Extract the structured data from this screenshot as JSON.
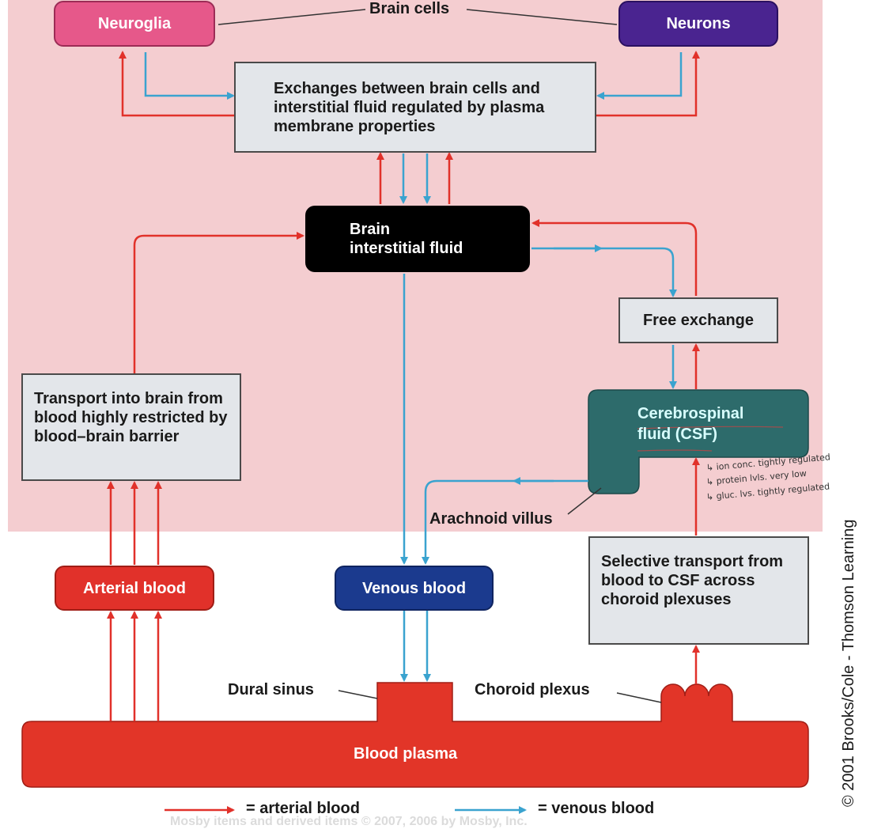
{
  "nodes": {
    "neuroglia": "Neuroglia",
    "neurons": "Neurons",
    "brain_cells": "Brain cells",
    "exchanges": "Exchanges between brain cells and interstitial fluid regulated by plasma membrane properties",
    "interstitial_fluid_1": "Brain",
    "interstitial_fluid_2": "interstitial fluid",
    "free_exchange": "Free exchange",
    "csf_1": "Cerebrospinal",
    "csf_2": "fluid (CSF)",
    "transport_into_brain": "Transport into brain from blood highly restricted by blood–brain barrier",
    "arachnoid_villus": "Arachnoid villus",
    "arterial_blood": "Arterial blood",
    "venous_blood": "Venous blood",
    "selective_transport": "Selective transport from blood to CSF across choroid plexuses",
    "dural_sinus": "Dural sinus",
    "choroid_plexus": "Choroid plexus",
    "blood_plasma": "Blood plasma"
  },
  "legend": {
    "arterial": "= arterial blood",
    "venous": "= venous blood"
  },
  "handwritten_notes": [
    "↳ ion conc. tightly regulated",
    "↳ protein lvls. very low",
    "↳ gluc. lvs. tightly regulated"
  ],
  "credit": "© 2001 Brooks/Cole - Thomson Learning",
  "watermark": "Mosby items and derived items © 2007, 2006 by Mosby, Inc.",
  "colors": {
    "brain_region": "#f4cdd0",
    "arterial": "#e1312a",
    "venous": "#3aa3cf",
    "neuroglia": "#e6588a",
    "neurons": "#4a2490",
    "interstitial": "#000000",
    "csf": "#2d6b6b",
    "venous_box": "#1b3a8e",
    "blood": "#e23528"
  }
}
